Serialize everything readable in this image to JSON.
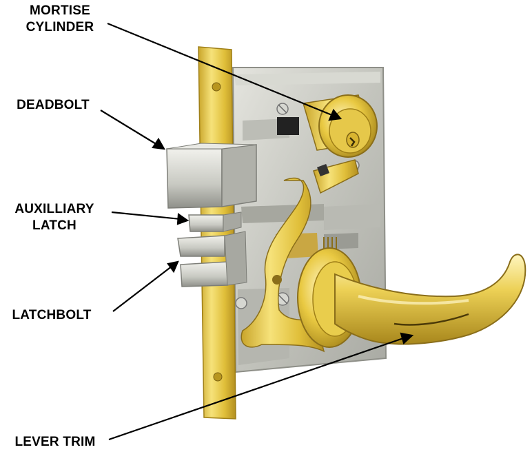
{
  "callouts": {
    "mortise_cylinder": [
      "MORTISE",
      "CYLINDER"
    ],
    "deadbolt": [
      "DEADBOLT"
    ],
    "auxiliary_latch": [
      "AUXILLIARY",
      "LATCH"
    ],
    "latchbolt": [
      "LATCHBOLT"
    ],
    "lever_trim": [
      "LEVER TRIM"
    ]
  },
  "colors": {
    "brass": "#e2c33c",
    "brass_dark": "#a8871c",
    "brass_light": "#fbf0a6",
    "steel": "#c9cac4",
    "steel_dark": "#8e8f88",
    "label": "#000000"
  }
}
